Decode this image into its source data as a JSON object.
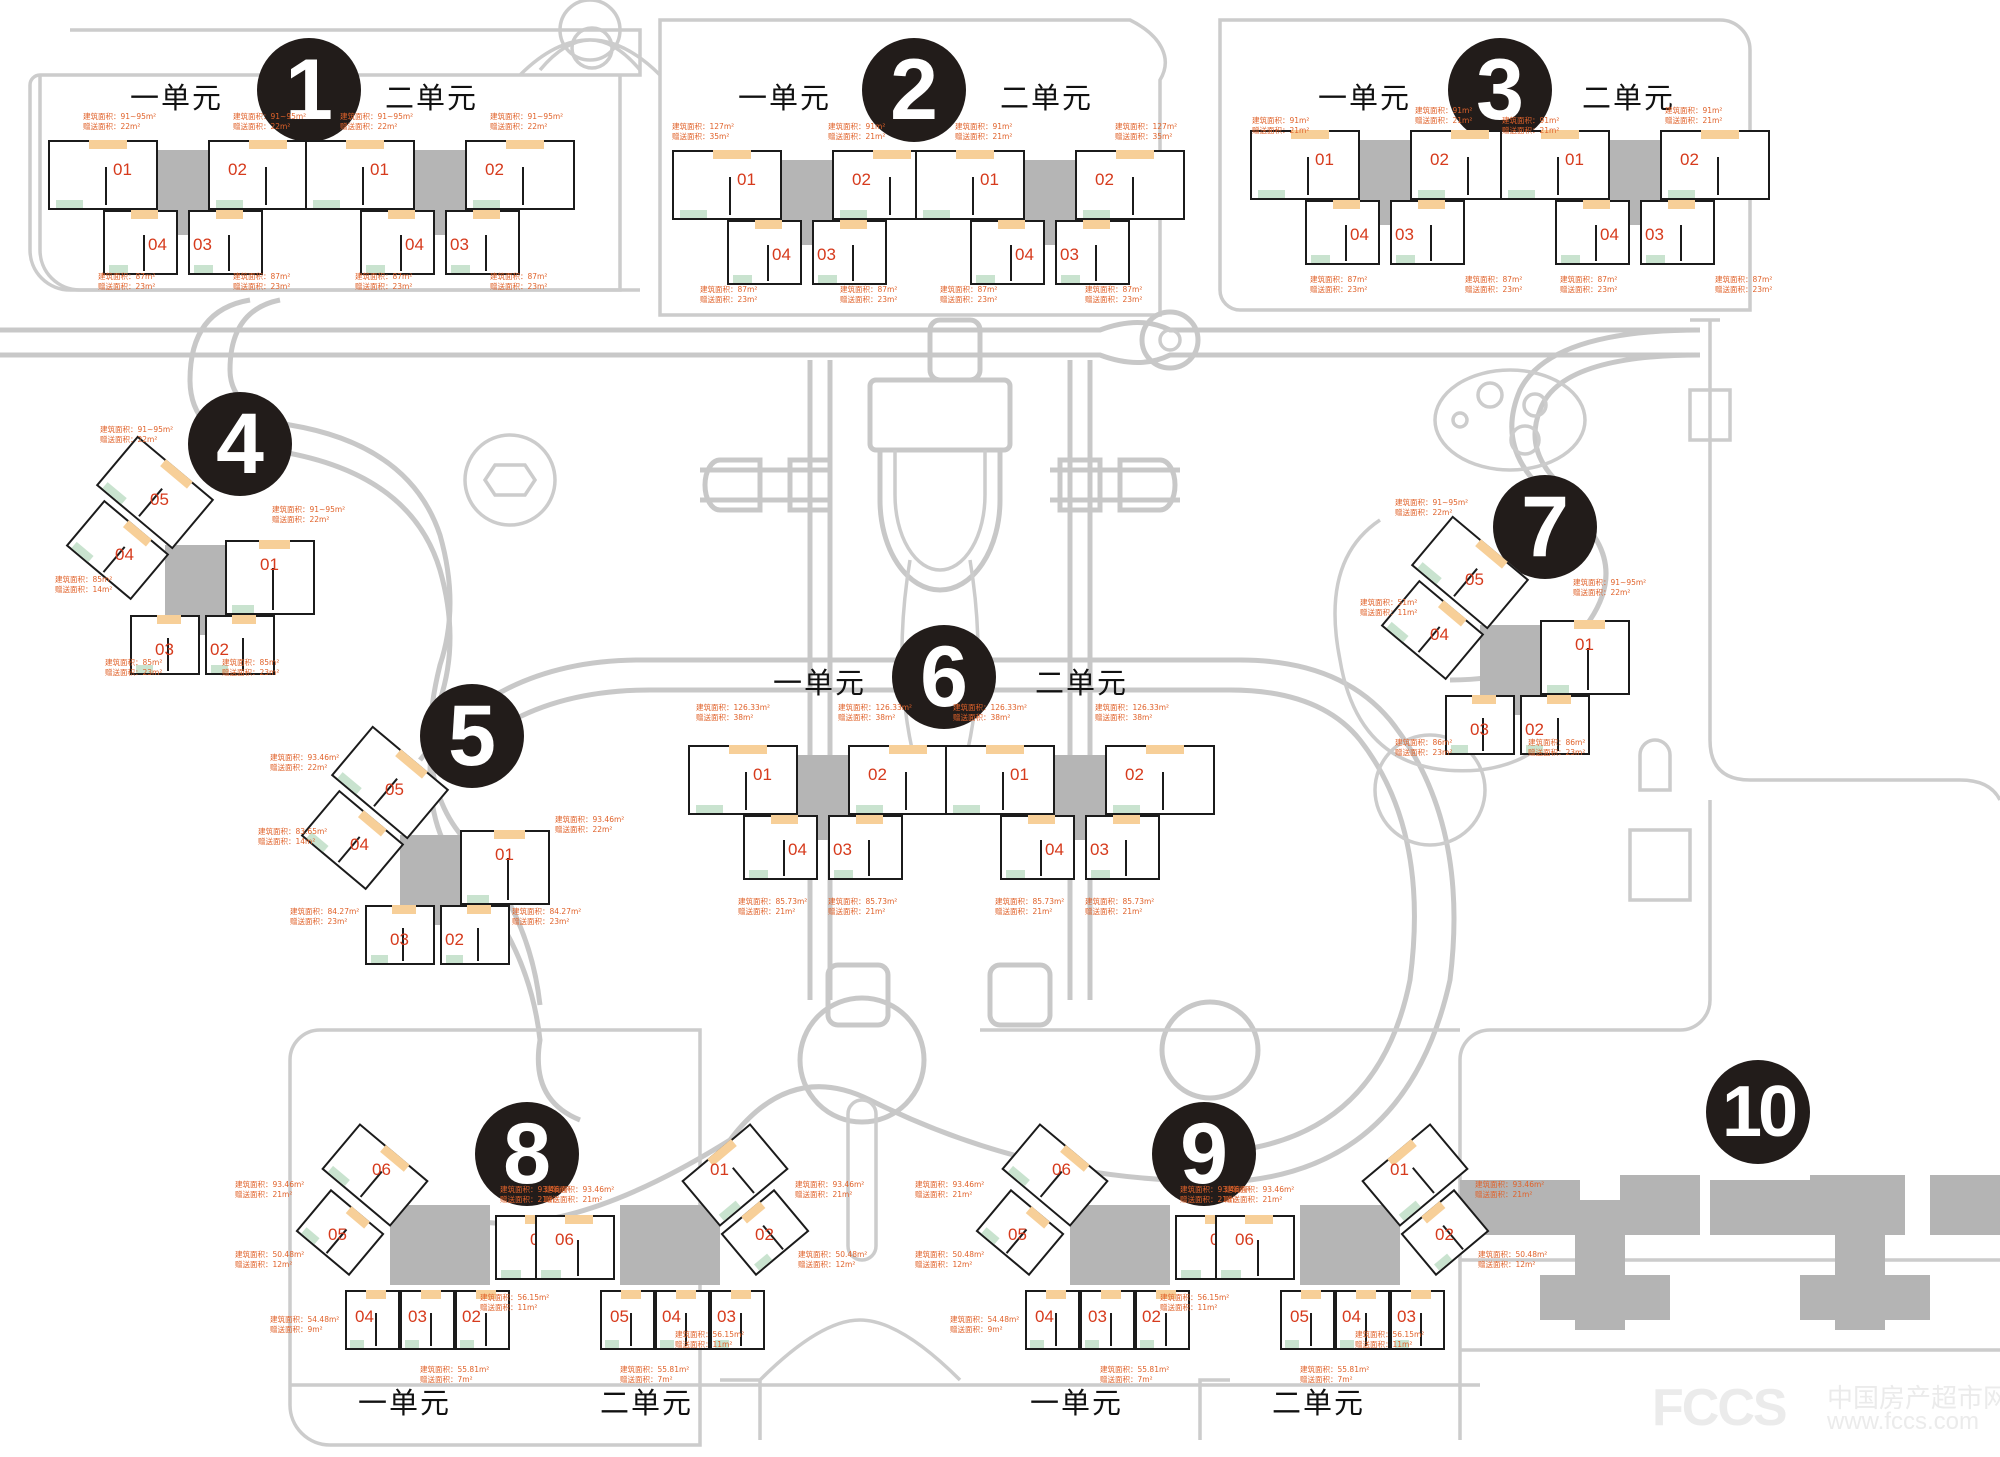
{
  "plan": {
    "labels": {
      "unit_one": "一单元",
      "unit_two": "二单元"
    },
    "colors": {
      "badge": "#221c1a",
      "area_text": "#e0622a",
      "apt_number": "#d63a1c",
      "balcony": "#f7cf98",
      "green_space": "#c9e3cf",
      "core": "#b5b5b5",
      "road": "#c8c8c8"
    },
    "area_prefix": "建筑面积：",
    "gift_prefix": "赠送面积："
  },
  "buildings": [
    {
      "number": "1",
      "unit_titles": [
        "一单元",
        "二单元"
      ],
      "apartments": [
        {
          "no": "01",
          "area": "91~95m²",
          "gift": "22m²"
        },
        {
          "no": "02",
          "area": "91~95m²",
          "gift": "22m²"
        },
        {
          "no": "03",
          "area": "87m²",
          "gift": "23m²"
        },
        {
          "no": "04",
          "area": "87m²",
          "gift": "23m²"
        }
      ]
    },
    {
      "number": "2",
      "unit_titles": [
        "一单元",
        "二单元"
      ],
      "apartments": [
        {
          "no": "01",
          "area": "127m²",
          "gift": "35m²"
        },
        {
          "no": "02",
          "area": "91m²",
          "gift": "21m²"
        },
        {
          "no": "03",
          "area": "87m²",
          "gift": "23m²"
        },
        {
          "no": "04",
          "area": "87m²",
          "gift": "23m²"
        }
      ],
      "apartments_unit2": [
        {
          "no": "01",
          "area": "91m²",
          "gift": "21m²"
        },
        {
          "no": "02",
          "area": "127m²",
          "gift": "35m²"
        },
        {
          "no": "03",
          "area": "87m²",
          "gift": "23m²"
        },
        {
          "no": "04",
          "area": "87m²",
          "gift": "23m²"
        }
      ]
    },
    {
      "number": "3",
      "unit_titles": [
        "一单元",
        "二单元"
      ],
      "apartments": [
        {
          "no": "01",
          "area": "91m²",
          "gift": "21m²"
        },
        {
          "no": "02",
          "area": "91m²",
          "gift": "21m²"
        },
        {
          "no": "03",
          "area": "87m²",
          "gift": "23m²"
        },
        {
          "no": "04",
          "area": "87m²",
          "gift": "23m²"
        }
      ]
    },
    {
      "number": "4",
      "apartments": [
        {
          "no": "01",
          "area": "91~95m²",
          "gift": "22m²"
        },
        {
          "no": "02",
          "area": "85m²",
          "gift": "23m²"
        },
        {
          "no": "03",
          "area": "85m²",
          "gift": "23m²"
        },
        {
          "no": "04",
          "area": "85m²",
          "gift": "14m²"
        },
        {
          "no": "05",
          "area": "91~95m²",
          "gift": "22m²"
        }
      ]
    },
    {
      "number": "5",
      "apartments": [
        {
          "no": "01",
          "area": "93.46m²",
          "gift": "22m²"
        },
        {
          "no": "02",
          "area": "84.27m²",
          "gift": "23m²"
        },
        {
          "no": "03",
          "area": "84.27m²",
          "gift": "23m²"
        },
        {
          "no": "04",
          "area": "83.65m²",
          "gift": "14m²"
        },
        {
          "no": "05",
          "area": "93.46m²",
          "gift": "22m²"
        }
      ]
    },
    {
      "number": "6",
      "unit_titles": [
        "一单元",
        "二单元"
      ],
      "apartments": [
        {
          "no": "01",
          "area": "126.33m²",
          "gift": "38m²"
        },
        {
          "no": "02",
          "area": "126.33m²",
          "gift": "38m²"
        },
        {
          "no": "03",
          "area": "85.73m²",
          "gift": "21m²"
        },
        {
          "no": "04",
          "area": "85.73m²",
          "gift": "21m²"
        }
      ]
    },
    {
      "number": "7",
      "apartments": [
        {
          "no": "01",
          "area": "91~95m²",
          "gift": "22m²"
        },
        {
          "no": "02",
          "area": "86m²",
          "gift": "23m²"
        },
        {
          "no": "03",
          "area": "86m²",
          "gift": "23m²"
        },
        {
          "no": "04",
          "area": "51m²",
          "gift": "11m²"
        },
        {
          "no": "05",
          "area": "91~95m²",
          "gift": "22m²"
        }
      ]
    },
    {
      "number": "8",
      "unit_titles": [
        "一单元",
        "二单元"
      ],
      "apartments": [
        {
          "no": "01",
          "area": "93.46m²",
          "gift": "21m²"
        },
        {
          "no": "02",
          "area": "56.15m²",
          "gift": "11m²"
        },
        {
          "no": "03",
          "area": "55.81m²",
          "gift": "7m²"
        },
        {
          "no": "04",
          "area": "54.48m²",
          "gift": "9m²"
        },
        {
          "no": "05",
          "area": "50.48m²",
          "gift": "12m²"
        },
        {
          "no": "06",
          "area": "93.46m²",
          "gift": "21m²"
        }
      ]
    },
    {
      "number": "9",
      "unit_titles": [
        "一单元",
        "二单元"
      ],
      "apartments": [
        {
          "no": "01",
          "area": "93.46m²",
          "gift": "21m²"
        },
        {
          "no": "02",
          "area": "56.15m²",
          "gift": "11m²"
        },
        {
          "no": "03",
          "area": "55.81m²",
          "gift": "7m²"
        },
        {
          "no": "04",
          "area": "54.48m²",
          "gift": "9m²"
        },
        {
          "no": "05",
          "area": "50.48m²",
          "gift": "12m²"
        },
        {
          "no": "06",
          "area": "93.46m²",
          "gift": "21m²"
        }
      ]
    },
    {
      "number": "10"
    }
  ],
  "watermark": {
    "logo": "FCCS",
    "name": "中国房产超市网",
    "url": "www.fccs.com"
  }
}
